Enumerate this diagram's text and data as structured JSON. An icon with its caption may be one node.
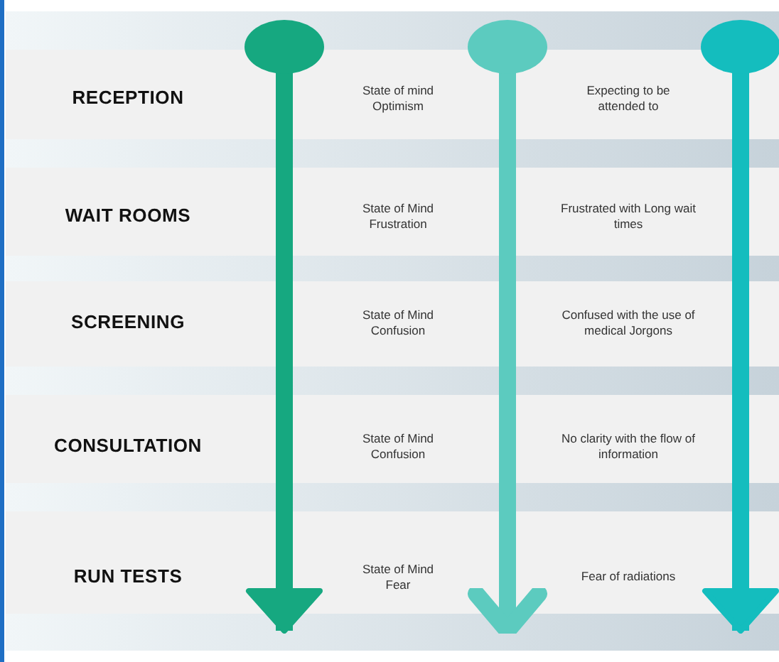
{
  "diagram": {
    "nodes": [
      {
        "text": [],
        "shape": "circle"
      },
      {
        "text": [],
        "shape": "circle"
      },
      {
        "text": [],
        "shape": "circle"
      }
    ],
    "edges": [
      {
        "from": 0,
        "to": null,
        "arrow": "to",
        "color": "#16a880"
      },
      {
        "from": 1,
        "to": null,
        "arrow": "to",
        "color": "#5ccbbf"
      },
      {
        "from": 2,
        "to": null,
        "arrow": "to",
        "color": "#14bdbe"
      }
    ],
    "labels": [
      "RECEPTION",
      "State of mind Optimism",
      "Expecting to be attended to",
      "WAIT ROOMS",
      "State of Mind Frustration",
      "Frustrated with Long wait times",
      "SCREENING",
      "State of Mind Confusion",
      "Confused with the use of medical Jorgons",
      "CONSULTATION",
      "State of Mind Confusion",
      "No clarity with the flow of information",
      "RUN TESTS",
      "State of Mind Fear",
      "Fear of radiations"
    ]
  }
}
